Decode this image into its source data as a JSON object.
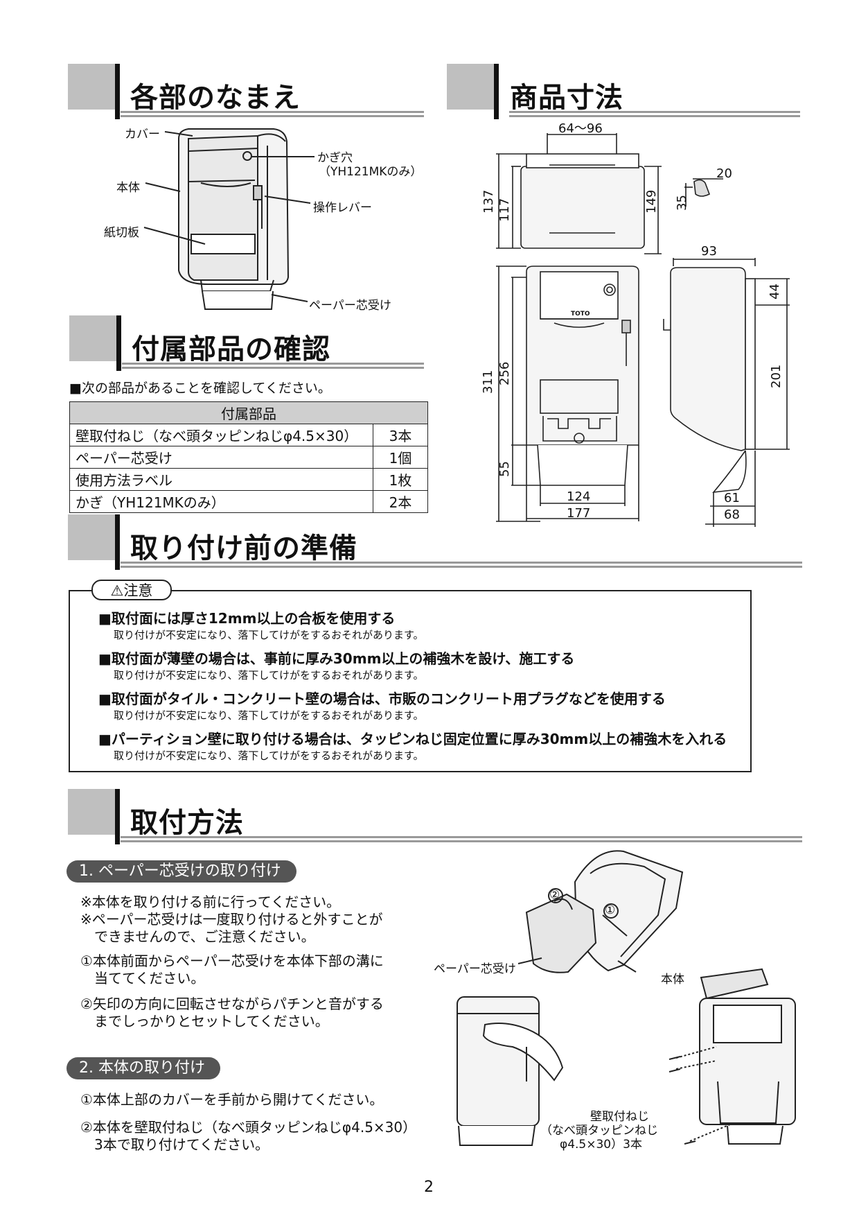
{
  "sections": {
    "names": "各部のなまえ",
    "dimensions": "商品寸法",
    "accessories": "付属部品の確認",
    "prep": "取り付け前の準備",
    "install": "取付方法"
  },
  "parts_labels": {
    "cover": "カバー",
    "keyhole": "かぎ穴",
    "keyhole_note": "（YH121MKのみ）",
    "body": "本体",
    "lever": "操作レバー",
    "cutter": "紙切板",
    "receiver": "ペーパー芯受け"
  },
  "dims": {
    "top_width": "64～96",
    "d20": "20",
    "d35": "35",
    "d137": "137",
    "d117": "117",
    "d149": "149",
    "d93": "93",
    "d44": "44",
    "d311": "311",
    "d256": "256",
    "d201": "201",
    "d55": "55",
    "d124": "124",
    "d177": "177",
    "d61": "61",
    "d68": "68",
    "brand": "TOTO"
  },
  "accessories": {
    "intro": "■次の部品があることを確認してください。",
    "header": "付属部品",
    "rows": [
      {
        "name": "壁取付ねじ（なべ頭タッピンねじφ4.5×30）",
        "qty": "3本"
      },
      {
        "name": "ペーパー芯受け",
        "qty": "1個"
      },
      {
        "name": "使用方法ラベル",
        "qty": "1枚"
      },
      {
        "name": "かぎ（YH121MKのみ）",
        "qty": "2本"
      }
    ]
  },
  "caution": {
    "tag": "⚠注意",
    "items": [
      {
        "head": "■取付面には厚さ12mm以上の合板を使用する",
        "sub": "取り付けが不安定になり、落下してけがをするおそれがあります。"
      },
      {
        "head": "■取付面が薄壁の場合は、事前に厚み30mm以上の補強木を設け、施工する",
        "sub": "取り付けが不安定になり、落下してけがをするおそれがあります。"
      },
      {
        "head": "■取付面がタイル・コンクリート壁の場合は、市販のコンクリート用プラグなどを使用する",
        "sub": "取り付けが不安定になり、落下してけがをするおそれがあります。"
      },
      {
        "head": "■パーティション壁に取り付ける場合は、タッピンねじ固定位置に厚み30mm以上の補強木を入れる",
        "sub": "取り付けが不安定になり、落下してけがをするおそれがあります。"
      }
    ]
  },
  "step1": {
    "title": "1. ペーパー芯受けの取り付け",
    "notes": [
      "※本体を取り付ける前に行ってください。",
      "※ペーパー芯受けは一度取り付けると外すことが",
      "　できませんので、ご注意ください。"
    ],
    "s1": [
      "①本体前面からペーパー芯受けを本体下部の溝に",
      "　当ててください。"
    ],
    "s2": [
      "②矢印の方向に回転させながらパチンと音がする",
      "　までしっかりとセットしてください。"
    ],
    "fig_receiver": "ペーパー芯受け",
    "fig_body": "本体",
    "c1": "①",
    "c2": "②"
  },
  "step2": {
    "title": "2. 本体の取り付け",
    "s1": "①本体上部のカバーを手前から開けてください。",
    "s2": [
      "②本体を壁取付ねじ（なべ頭タッピンねじφ4.5×30）",
      "　3本で取り付けてください。"
    ],
    "fig_screw": [
      "壁取付ねじ",
      "（なべ頭タッピンねじ",
      "φ4.5×30）3本"
    ]
  },
  "page_number": "2"
}
